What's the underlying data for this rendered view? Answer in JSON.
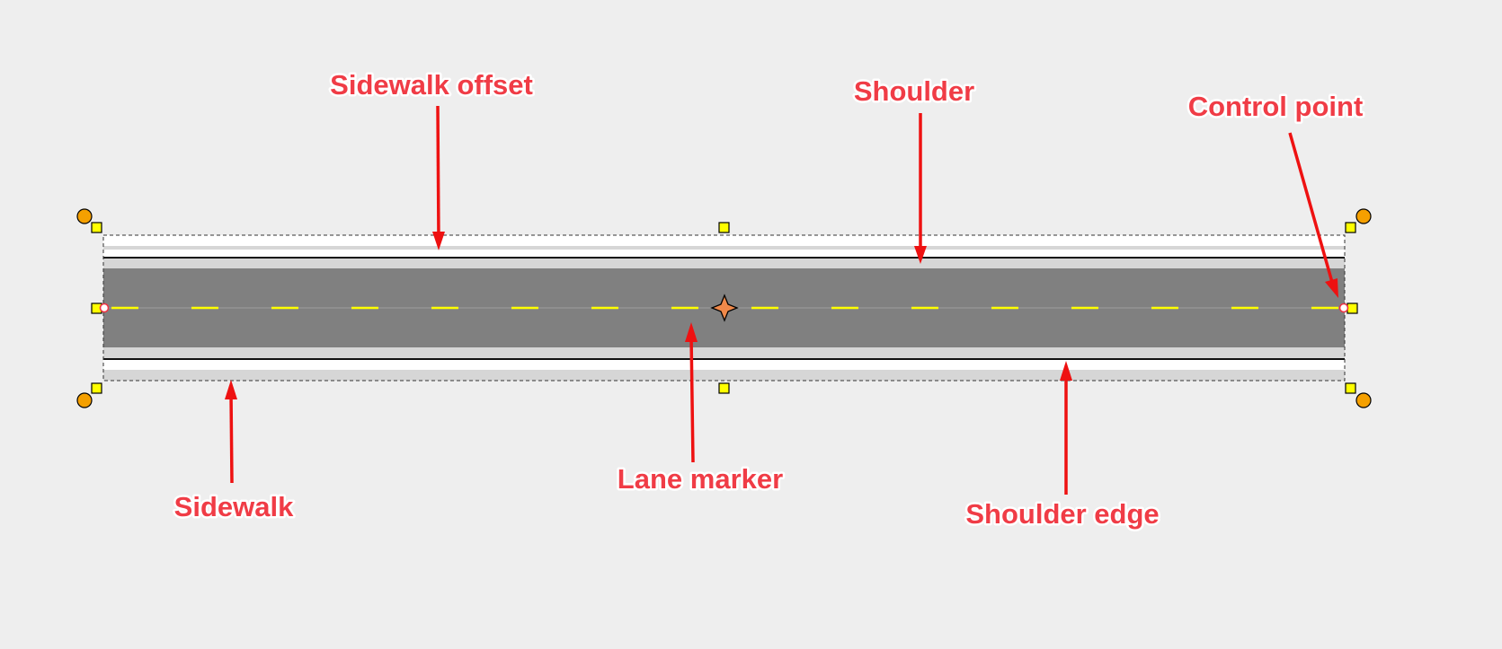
{
  "labels": {
    "sidewalk_offset": "Sidewalk offset",
    "shoulder": "Shoulder",
    "control_point": "Control point",
    "sidewalk": "Sidewalk",
    "lane_marker": "Lane marker",
    "shoulder_edge": "Shoulder edge"
  },
  "colors": {
    "road_surface": "#808080",
    "shoulder": "#d6d6d6",
    "sidewalk": "#ffffff",
    "edge_line": "#111111",
    "lane_marker": "#ffff00",
    "callout_text": "#f03c46",
    "arrow": "#ee1111",
    "resize_handle": "#ffff00",
    "rotate_handle": "#f5a000",
    "center_marker": "#f0894a"
  },
  "icons": {
    "center": "four-point-star-icon",
    "resize": "square-handle-icon",
    "rotate": "circle-handle-icon",
    "control": "ring-point-icon"
  }
}
